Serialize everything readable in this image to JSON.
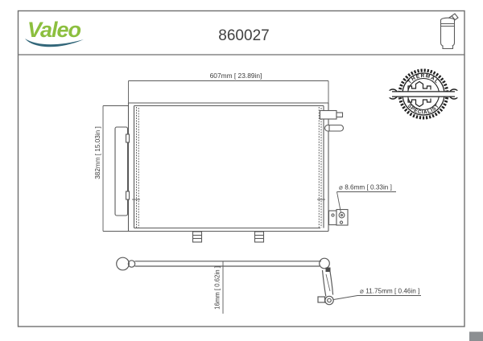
{
  "header": {
    "brand": "Valeo",
    "part_number": "860027"
  },
  "seal": {
    "top_text": "THERMAL",
    "bottom_text": "SPECIALIST"
  },
  "icons": {
    "header_part_icon": "receiver-drier-icon",
    "seal_icon": "wrench-and-gear-seal-icon"
  },
  "colors": {
    "brand_green": "#8CBF3F",
    "swoosh_teal": "#33677A",
    "line_gray": "#5A5A5A",
    "text_gray": "#3C3C3C",
    "corner_gray": "#8C8F92"
  },
  "condenser_view": {
    "width_dim": "607mm [ 23.89in]",
    "height_dim": "382mm [ 15.03in ]",
    "bracket_hole_dim": "⌀ 8.6mm [ 0.33in ]"
  },
  "pipe_view": {
    "height_dim": "16mm [ 0.62in ]",
    "end_hole_dim": "⌀ 11.75mm [ 0.46in ]"
  }
}
